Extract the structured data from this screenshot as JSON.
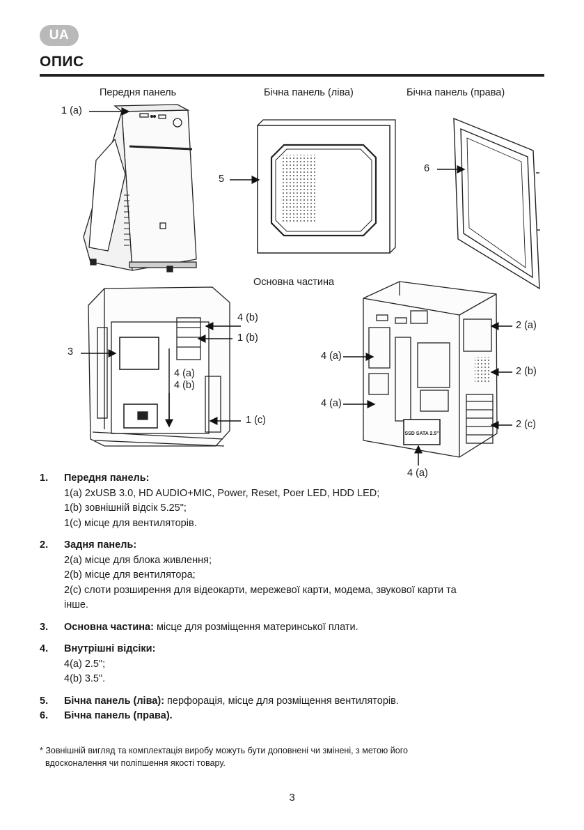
{
  "header": {
    "lang": "UA",
    "title": "ОПИС"
  },
  "figures": {
    "front_label": "Передня панель",
    "side_left_label": "Бічна панель (ліва)",
    "side_right_label": "Бічна панель (права)",
    "main_label": "Основна частина",
    "callouts": {
      "front_1a": "1 (a)",
      "left_5": "5",
      "right_6": "6",
      "interior_4b_top": "4 (b)",
      "interior_1b": "1 (b)",
      "interior_3": "3",
      "interior_4a_inner": "4 (a)",
      "interior_4b_inner": "4 (b)",
      "interior_1c": "1 (c)",
      "rear_2a": "2 (a)",
      "rear_2b": "2 (b)",
      "rear_2c": "2 (c)",
      "rear_4a_top": "4 (a)",
      "rear_4a_mid": "4 (a)",
      "rear_4a_bottom": "4 (a)"
    },
    "ssd_tray_label": "SSD SATA 2.5\""
  },
  "items": [
    {
      "num": "1.",
      "title": "Передня панель:",
      "lines": [
        "1(a) 2xUSB 3.0, HD AUDIO+MIC, Power, Reset, Poer LED, HDD LED;",
        "1(b) зовнішній відсік 5.25\";",
        "1(c) місце для вентиляторів."
      ]
    },
    {
      "num": "2.",
      "title": "Задня панель:",
      "lines": [
        "2(a) місце для блока живлення;",
        "2(b) місце для вентилятора;",
        "2(c) слоти розширення для відеокарти, мережевої карти, модема, звукової карти та",
        "інше."
      ]
    },
    {
      "num": "3.",
      "title": "Основна частина:",
      "rest": " місце для розміщення материнської плати."
    },
    {
      "num": "4.",
      "title": "Внутрішні відсіки:",
      "lines": [
        "4(a) 2.5\";",
        "4(b) 3.5\"."
      ]
    },
    {
      "num": "5.",
      "title": "Бічна панель (ліва):",
      "rest": " перфорація, місце для розміщення вентиляторів."
    },
    {
      "num": "6.",
      "title": "Бічна панель (права)."
    }
  ],
  "footnote": {
    "line1": "* Зовнішній вигляд та комплектація виробу можуть бути доповнені чи змінені, з метою його",
    "line2": "вдосконалення чи поліпшення якості товару."
  },
  "page_number": "3"
}
